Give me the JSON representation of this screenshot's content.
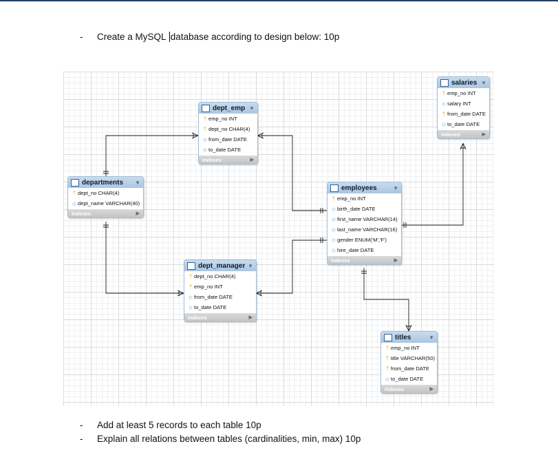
{
  "instructions": [
    {
      "bullet": "-",
      "text_before_caret": "Create a MySQL ",
      "text_after_caret": "database according to design below: 10p"
    },
    {
      "bullet": "-",
      "text": "Add at least 5 records to each table 10p"
    },
    {
      "bullet": "-",
      "text": "Explain all relations between tables (cardinalities, min, max) 10p"
    }
  ],
  "diagram": {
    "indexes_label": "Indexes",
    "tables": [
      {
        "id": "salaries",
        "name": "salaries",
        "columns": [
          {
            "key": "pk",
            "text": "emp_no INT"
          },
          {
            "key": "attr",
            "text": "salary INT"
          },
          {
            "key": "pk",
            "text": "from_date DATE"
          },
          {
            "key": "attr",
            "text": "to_date DATE"
          }
        ]
      },
      {
        "id": "dept_emp",
        "name": "dept_emp",
        "columns": [
          {
            "key": "pk",
            "text": "emp_no INT"
          },
          {
            "key": "pk",
            "text": "dept_no CHAR(4)"
          },
          {
            "key": "attr",
            "text": "from_date DATE"
          },
          {
            "key": "attr",
            "text": "to_date DATE"
          }
        ]
      },
      {
        "id": "departments",
        "name": "departments",
        "columns": [
          {
            "key": "pk",
            "text": "dept_no CHAR(4)"
          },
          {
            "key": "attr",
            "text": "dept_name VARCHAR(40)"
          }
        ]
      },
      {
        "id": "employees",
        "name": "employees",
        "columns": [
          {
            "key": "pk",
            "text": "emp_no INT"
          },
          {
            "key": "attr",
            "text": "birth_date DATE"
          },
          {
            "key": "attr",
            "text": "first_name VARCHAR(14)"
          },
          {
            "key": "attr",
            "text": "last_name VARCHAR(16)"
          },
          {
            "key": "attr",
            "text": "gender ENUM('M','F')"
          },
          {
            "key": "attr",
            "text": "hire_date DATE"
          }
        ]
      },
      {
        "id": "dept_manager",
        "name": "dept_manager",
        "columns": [
          {
            "key": "pk",
            "text": "dept_no CHAR(4)"
          },
          {
            "key": "pk",
            "text": "emp_no INT"
          },
          {
            "key": "attr",
            "text": "from_date DATE"
          },
          {
            "key": "attr",
            "text": "to_date DATE"
          }
        ]
      },
      {
        "id": "titles",
        "name": "titles",
        "columns": [
          {
            "key": "pk",
            "text": "emp_no INT"
          },
          {
            "key": "pk",
            "text": "title VARCHAR(50)"
          },
          {
            "key": "pk",
            "text": "from_date DATE"
          },
          {
            "key": "attr",
            "text": "to_date DATE"
          }
        ]
      }
    ],
    "relationships": [
      {
        "from": "departments",
        "to": "dept_emp"
      },
      {
        "from": "employees",
        "to": "dept_emp"
      },
      {
        "from": "departments",
        "to": "dept_manager"
      },
      {
        "from": "employees",
        "to": "dept_manager"
      },
      {
        "from": "employees",
        "to": "salaries"
      },
      {
        "from": "employees",
        "to": "titles"
      }
    ]
  },
  "colors": {
    "header": "#a9c6e1",
    "primary_key": "#e4b400",
    "attribute": "#4a8fc8",
    "line": "#1a1a1a"
  }
}
